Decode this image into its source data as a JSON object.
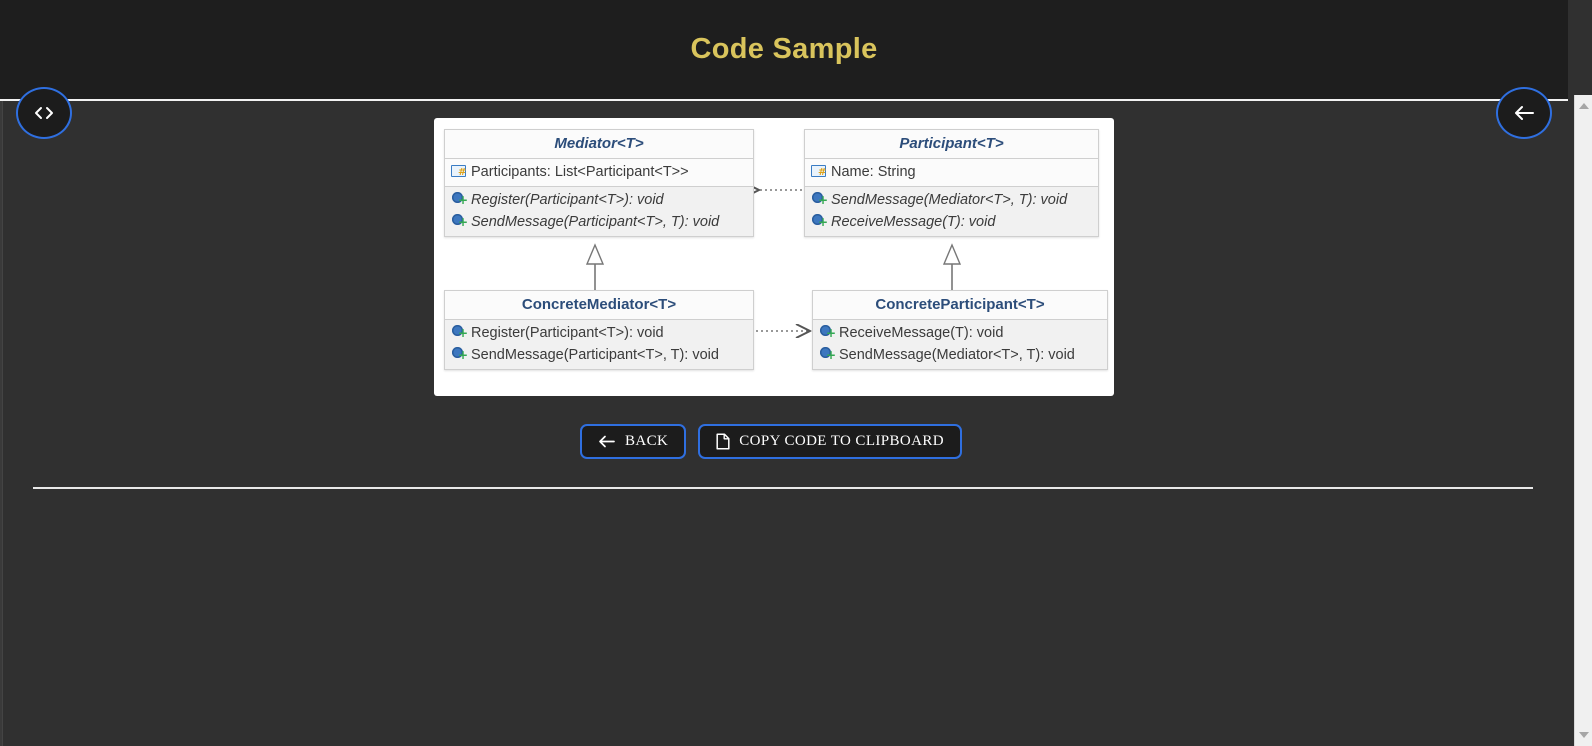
{
  "header": {
    "title": "Code Sample"
  },
  "nav": {
    "code_button_label": "<>",
    "code_button_name": "code-brackets-icon",
    "back_button_name": "arrow-left-icon"
  },
  "actions": {
    "back_label": "BACK",
    "copy_label": "COPY CODE TO CLIPBOARD"
  },
  "colors": {
    "title": "#d9c45c",
    "accent_border": "#2f6fe0",
    "header_bg": "#1e1e1e",
    "body_bg": "#303030",
    "class_title_text": "#2c4d7a",
    "diagram_bg": "#ffffff"
  },
  "diagram": {
    "type": "uml-class-diagram",
    "pattern": "Mediator",
    "classes": [
      {
        "id": "Mediator",
        "name": "Mediator<T>",
        "abstract": true,
        "fields": [
          {
            "icon": "field-icon",
            "text": "Participants: List<Participant<T>>"
          }
        ],
        "methods": [
          {
            "icon": "method-icon",
            "text": "Register(Participant<T>): void"
          },
          {
            "icon": "method-icon",
            "text": "SendMessage(Participant<T>, T): void"
          }
        ]
      },
      {
        "id": "Participant",
        "name": "Participant<T>",
        "abstract": true,
        "fields": [
          {
            "icon": "field-icon",
            "text": "Name: String"
          }
        ],
        "methods": [
          {
            "icon": "method-icon",
            "text": "SendMessage(Mediator<T>, T): void"
          },
          {
            "icon": "method-icon",
            "text": "ReceiveMessage(T): void"
          }
        ]
      },
      {
        "id": "ConcreteMediator",
        "name": "ConcreteMediator<T>",
        "abstract": false,
        "fields": [],
        "methods": [
          {
            "icon": "method-icon",
            "text": "Register(Participant<T>): void"
          },
          {
            "icon": "method-icon",
            "text": "SendMessage(Participant<T>, T): void"
          }
        ]
      },
      {
        "id": "ConcreteParticipant",
        "name": "ConcreteParticipant<T>",
        "abstract": false,
        "fields": [],
        "methods": [
          {
            "icon": "method-icon",
            "text": "ReceiveMessage(T): void"
          },
          {
            "icon": "method-icon",
            "text": "SendMessage(Mediator<T>, T): void"
          }
        ]
      }
    ],
    "relations": [
      {
        "from": "Participant",
        "to": "Mediator",
        "kind": "dependency",
        "style": "dotted-open-arrow"
      },
      {
        "from": "ConcreteMediator",
        "to": "Mediator",
        "kind": "inheritance",
        "style": "solid-hollow-triangle"
      },
      {
        "from": "ConcreteParticipant",
        "to": "Participant",
        "kind": "inheritance",
        "style": "solid-hollow-triangle"
      },
      {
        "from": "ConcreteMediator",
        "to": "ConcreteParticipant",
        "kind": "dependency",
        "style": "dotted-open-arrow"
      }
    ]
  }
}
